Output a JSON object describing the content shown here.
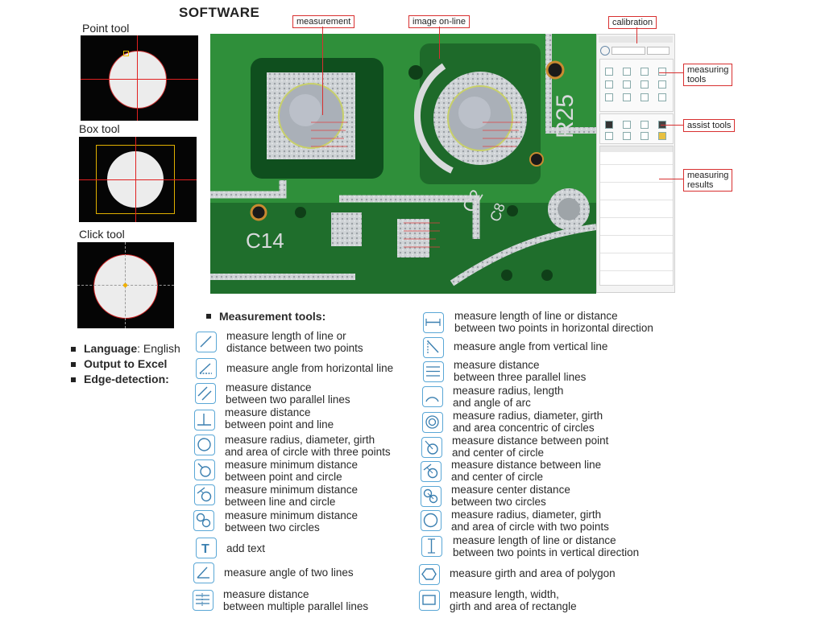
{
  "title": "SOFTWARE",
  "tools_preview": {
    "point_tool": "Point tool",
    "box_tool": "Box tool",
    "click_tool": "Click tool"
  },
  "features": [
    {
      "label": "Language",
      "value": ": English"
    },
    {
      "label": "Output to Excel",
      "value": ""
    },
    {
      "label": "Edge-detection:",
      "value": ""
    }
  ],
  "callouts": {
    "measurement": "measurement",
    "image_online": "image on-line",
    "calibration": "calibration",
    "measuring_tools": "measuring\ntools",
    "assist_tools": "assist tools",
    "measuring_results": "measuring\nresults"
  },
  "pcb_text": {
    "r25": "R25",
    "c14": "C14",
    "c2": "C2",
    "c8": "C8"
  },
  "measurement_tools": {
    "heading": "Measurement tools:",
    "left": [
      {
        "icon": "line-icon",
        "text": "measure length of line or\ndistance between two points"
      },
      {
        "icon": "angle-horizontal-icon",
        "text": "measure angle from horizontal line"
      },
      {
        "icon": "parallel-lines-icon",
        "text": "measure distance\nbetween two parallel lines"
      },
      {
        "icon": "point-line-icon",
        "text": "measure distance\nbetween point and line"
      },
      {
        "icon": "circle-three-points-icon",
        "text": "measure radius, diameter, girth\nand area of circle with three points"
      },
      {
        "icon": "point-circle-icon",
        "text": "measure minimum distance\nbetween point and circle"
      },
      {
        "icon": "line-circle-icon",
        "text": "measure minimum distance\nbetween line and circle"
      },
      {
        "icon": "two-circles-icon",
        "text": "measure minimum distance\nbetween two circles"
      },
      {
        "icon": "text-icon",
        "text": "add text"
      },
      {
        "icon": "two-lines-angle-icon",
        "text": "measure angle of two lines"
      },
      {
        "icon": "multi-parallel-icon",
        "text": "measure distance\nbetween multiple parallel lines"
      }
    ],
    "right": [
      {
        "icon": "horizontal-distance-icon",
        "text": "measure length of line or distance\nbetween two points in horizontal direction"
      },
      {
        "icon": "angle-vertical-icon",
        "text": "measure angle from vertical line"
      },
      {
        "icon": "three-parallel-icon",
        "text": "measure distance\nbetween three parallel lines"
      },
      {
        "icon": "arc-icon",
        "text": "measure radius, length\nand angle of arc"
      },
      {
        "icon": "concentric-circles-icon",
        "text": "measure radius, diameter, girth\nand area concentric of circles"
      },
      {
        "icon": "point-center-icon",
        "text": "measure distance between point\nand center of circle"
      },
      {
        "icon": "line-center-icon",
        "text": "measure distance between line\nand center of circle"
      },
      {
        "icon": "center-distance-icon",
        "text": "measure center distance\nbetween two circles"
      },
      {
        "icon": "circle-two-points-icon",
        "text": "measure radius, diameter, girth\nand area of circle with two points"
      },
      {
        "icon": "vertical-distance-icon",
        "text": "measure length of line or distance\nbetween two points in vertical direction"
      },
      {
        "icon": "polygon-icon",
        "text": "measure girth and area of polygon"
      },
      {
        "icon": "rectangle-icon",
        "text": "measure length, width,\ngirth and area of rectangle"
      }
    ]
  },
  "colors": {
    "icon_border": "#5aa7d6",
    "callout_red": "#d83030",
    "pcb_green": "#2f8f3a"
  }
}
